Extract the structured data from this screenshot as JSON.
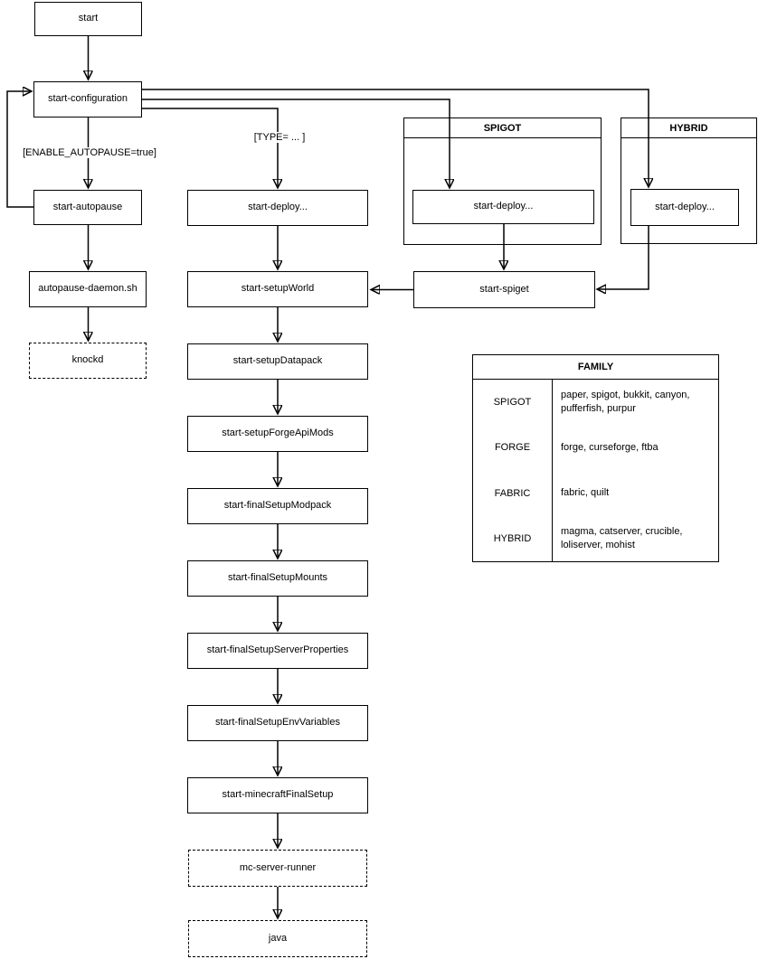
{
  "diagram": {
    "type": "flowchart",
    "colors": {
      "line": "#000000",
      "background": "#ffffff",
      "text": "#000000"
    }
  },
  "nodes": {
    "start": {
      "label": "start"
    },
    "start_configuration": {
      "label": "start-configuration"
    },
    "start_autopause": {
      "label": "start-autopause"
    },
    "autopause_daemon": {
      "label": "autopause-daemon.sh"
    },
    "knockd": {
      "label": "knockd"
    },
    "start_deploy": {
      "label": "start-deploy..."
    },
    "start_setupWorld": {
      "label": "start-setupWorld"
    },
    "start_setupDatapack": {
      "label": "start-setupDatapack"
    },
    "start_setupForgeApiMods": {
      "label": "start-setupForgeApiMods"
    },
    "start_finalSetupModpack": {
      "label": "start-finalSetupModpack"
    },
    "start_finalSetupMounts": {
      "label": "start-finalSetupMounts"
    },
    "start_finalSetupServerProperties": {
      "label": "start-finalSetupServerProperties"
    },
    "start_finalSetupEnvVariables": {
      "label": "start-finalSetupEnvVariables"
    },
    "start_minecraftFinalSetup": {
      "label": "start-minecraftFinalSetup"
    },
    "mc_server_runner": {
      "label": "mc-server-runner"
    },
    "java": {
      "label": "java"
    },
    "spigot_deploy": {
      "label": "start-deploy..."
    },
    "hybrid_deploy": {
      "label": "start-deploy..."
    },
    "start_spiget": {
      "label": "start-spiget"
    }
  },
  "containers": {
    "spigot": {
      "title": "SPIGOT"
    },
    "hybrid": {
      "title": "HYBRID"
    }
  },
  "edge_labels": {
    "enable_autopause": "[ENABLE_AUTOPAUSE=true]",
    "type_condition": "[TYPE= ... ]"
  },
  "edges": [
    {
      "from": "start",
      "to": "start_configuration"
    },
    {
      "from": "start_configuration",
      "to": "start_autopause",
      "label": "[ENABLE_AUTOPAUSE=true]"
    },
    {
      "from": "start_autopause",
      "to": "start_configuration",
      "style": "loop-back"
    },
    {
      "from": "start_autopause",
      "to": "autopause_daemon"
    },
    {
      "from": "autopause_daemon",
      "to": "knockd"
    },
    {
      "from": "start_configuration",
      "to": "start_deploy",
      "label": "[TYPE= ... ]"
    },
    {
      "from": "start_configuration",
      "to": "spigot_deploy"
    },
    {
      "from": "start_configuration",
      "to": "hybrid_deploy"
    },
    {
      "from": "start_deploy",
      "to": "start_setupWorld"
    },
    {
      "from": "spigot_deploy",
      "to": "start_spiget"
    },
    {
      "from": "hybrid_deploy",
      "to": "start_spiget"
    },
    {
      "from": "start_spiget",
      "to": "start_setupWorld"
    },
    {
      "from": "start_setupWorld",
      "to": "start_setupDatapack"
    },
    {
      "from": "start_setupDatapack",
      "to": "start_setupForgeApiMods"
    },
    {
      "from": "start_setupForgeApiMods",
      "to": "start_finalSetupModpack"
    },
    {
      "from": "start_finalSetupModpack",
      "to": "start_finalSetupMounts"
    },
    {
      "from": "start_finalSetupMounts",
      "to": "start_finalSetupServerProperties"
    },
    {
      "from": "start_finalSetupServerProperties",
      "to": "start_finalSetupEnvVariables"
    },
    {
      "from": "start_finalSetupEnvVariables",
      "to": "start_minecraftFinalSetup"
    },
    {
      "from": "start_minecraftFinalSetup",
      "to": "mc_server_runner"
    },
    {
      "from": "mc_server_runner",
      "to": "java"
    }
  ],
  "family_table": {
    "title": "FAMILY",
    "rows": [
      {
        "family": "SPIGOT",
        "types": "paper, spigot, bukkit, canyon, pufferfish, purpur"
      },
      {
        "family": "FORGE",
        "types": "forge, curseforge, ftba"
      },
      {
        "family": "FABRIC",
        "types": "fabric, quilt"
      },
      {
        "family": "HYBRID",
        "types": "magma, catserver, crucible, loliserver, mohist"
      }
    ]
  }
}
